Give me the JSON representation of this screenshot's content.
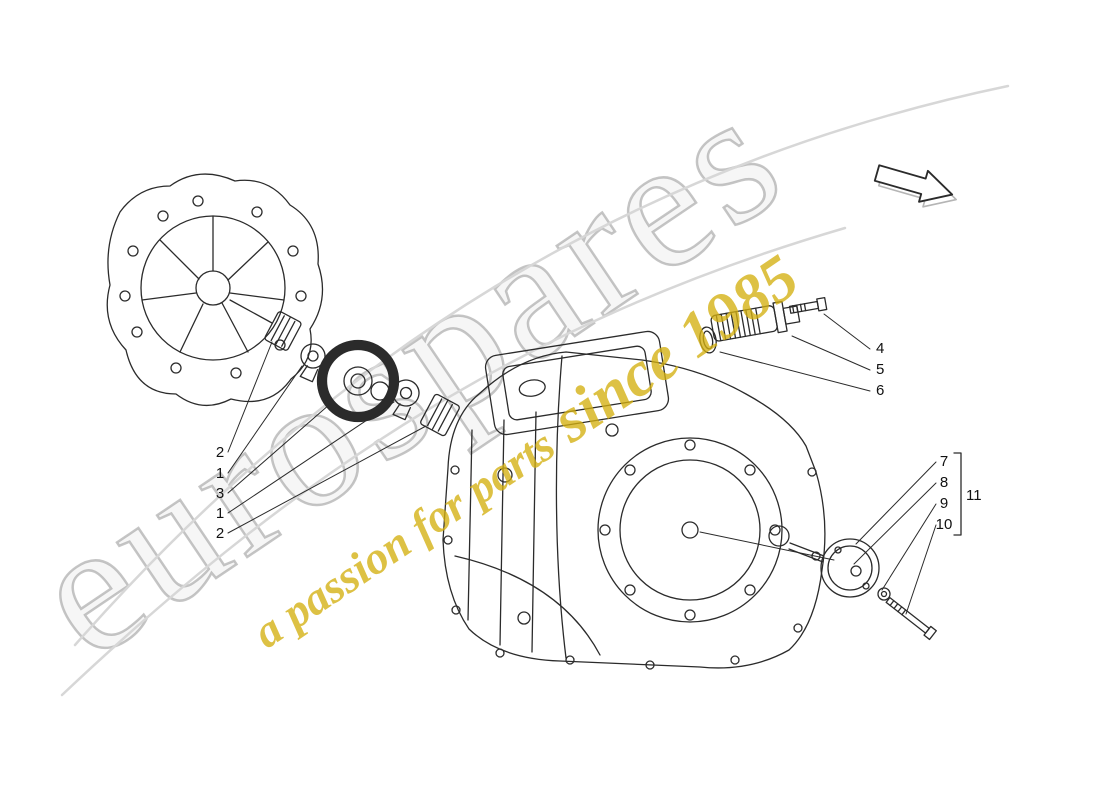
{
  "watermark": {
    "brand": "eurospares",
    "tagline_prefix": "a passion for parts",
    "tagline_suffix": "since 1985",
    "brand_color": "#c9c9c9",
    "tagline_color": "#d4af10"
  },
  "diagram": {
    "line_color": "#2b2b2b",
    "callouts": {
      "gear_group": [
        "2",
        "1",
        "3",
        "1",
        "2"
      ],
      "strainer_group": [
        "4",
        "5",
        "6"
      ],
      "pump_group": [
        "7",
        "8",
        "9",
        "10"
      ],
      "pump_assembly_label": "11"
    },
    "icons": {
      "direction_arrow": "right-arrow-outline"
    }
  }
}
